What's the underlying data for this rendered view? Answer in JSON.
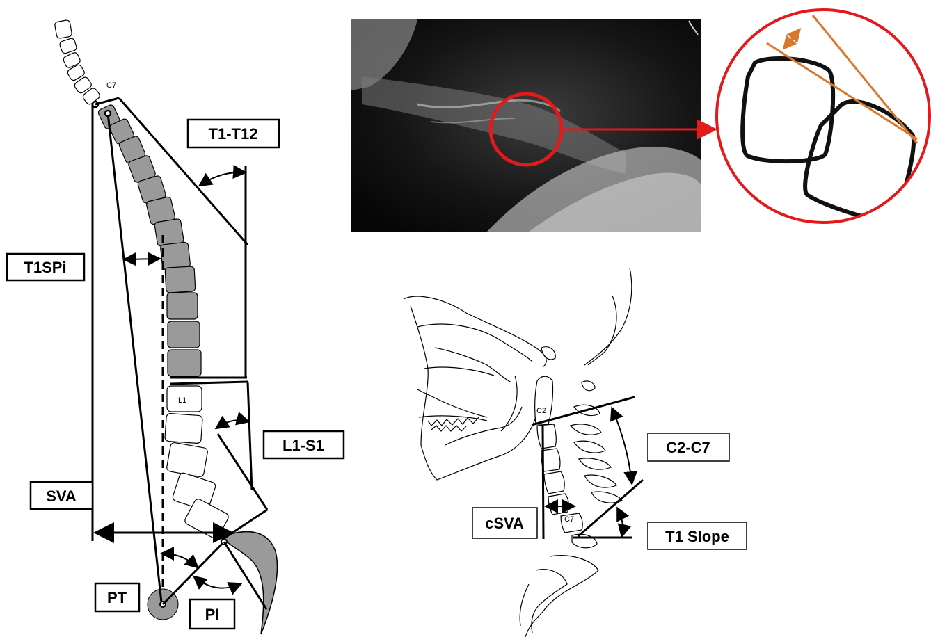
{
  "labels": {
    "t1_t12": "T1-T12",
    "t1spi": "T1SPi",
    "l1_s1": "L1-S1",
    "sva": "SVA",
    "pt": "PT",
    "pi": "PI",
    "c2_c7": "C2-C7",
    "csva": "cSVA",
    "t1_slope": "T1 Slope"
  },
  "vertebra_labels": {
    "c7_top": "C7",
    "l1": "L1",
    "c2": "C2",
    "c7_cervical": "C7"
  },
  "colors": {
    "highlight_circle": "#e3191b",
    "arrow": "#e3191b",
    "tangent_lines": "#d9772b",
    "vertebra_fill": "#9a9a9a",
    "xray_background": "#0a0a0a"
  }
}
